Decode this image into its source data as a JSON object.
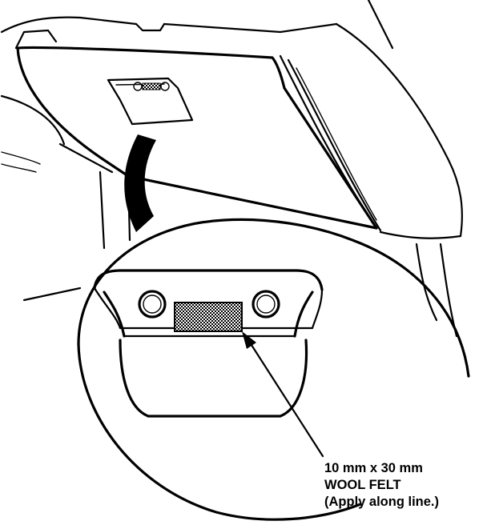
{
  "callout": {
    "dimension": "10 mm x 30 mm",
    "material": "WOOL FELT",
    "instruction": "(Apply along line.)"
  },
  "colors": {
    "line": "#000000",
    "background": "#ffffff",
    "felt_hatch": "#000000"
  },
  "icons": {
    "magnifier": "detail-circle",
    "pointer": "curved-arrow",
    "leader": "leader-arrow"
  }
}
